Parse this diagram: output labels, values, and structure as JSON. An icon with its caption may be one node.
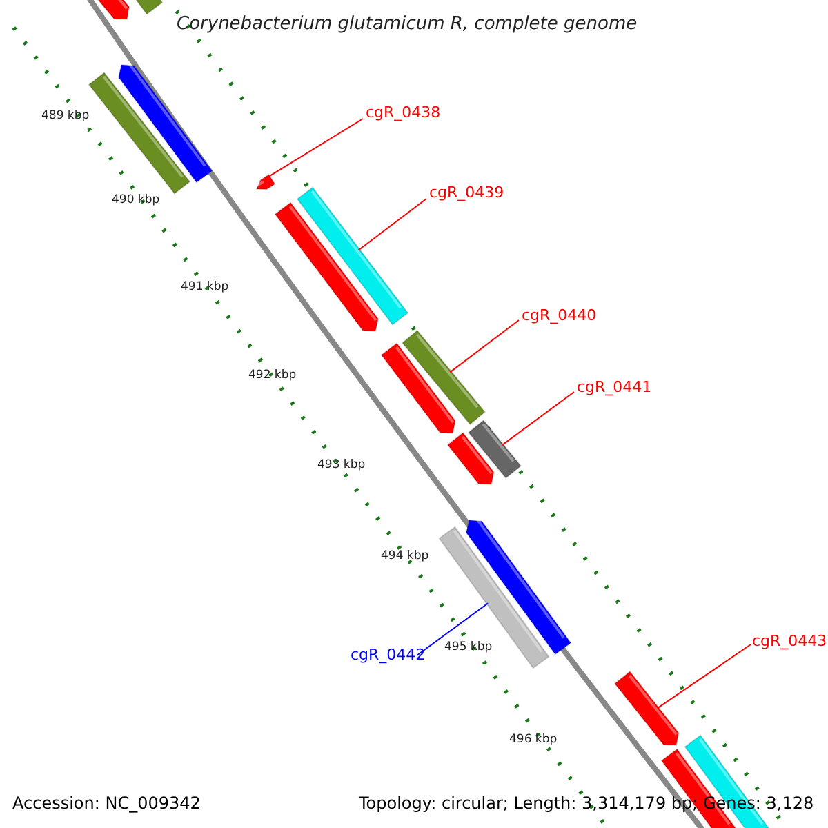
{
  "diagram": {
    "title": "Corynebacterium glutamicum R, complete genome",
    "nodes": [
      {
        "text": [
          "cgR_0438"
        ]
      },
      {
        "text": [],
        "shape": "bar"
      },
      {
        "text": [
          "cgR_0439"
        ]
      },
      {
        "text": [],
        "shape": "bar"
      },
      {
        "text": [
          "cgR_0440"
        ]
      },
      {
        "text": [],
        "shape": "bar"
      },
      {
        "text": [
          "cgR_0441"
        ]
      },
      {
        "text": [],
        "shape": "bar"
      },
      {
        "text": [
          "cgR_0442"
        ]
      },
      {
        "text": [],
        "shape": "bar"
      },
      {
        "text": [
          "cgR_0443"
        ]
      },
      {
        "text": [],
        "shape": "bar"
      }
    ],
    "edges": [
      {
        "from": 0,
        "to": 1,
        "arrow": "none"
      },
      {
        "from": 2,
        "to": 3,
        "arrow": "none"
      },
      {
        "from": 4,
        "to": 5,
        "arrow": "none"
      },
      {
        "from": 6,
        "to": 7,
        "arrow": "none"
      },
      {
        "from": 8,
        "to": 9,
        "arrow": "none",
        "color": "#0000ff"
      },
      {
        "from": 10,
        "to": 11,
        "arrow": "none"
      }
    ],
    "labels": [
      "489 kbp",
      "490 kbp",
      "491 kbp",
      "492 kbp",
      "493 kbp",
      "494 kbp",
      "495 kbp",
      "496 kbp",
      "Accession: NC_009342",
      "Topology: circular; Length: 3,314,179 bp; Genes: 3,128"
    ]
  }
}
